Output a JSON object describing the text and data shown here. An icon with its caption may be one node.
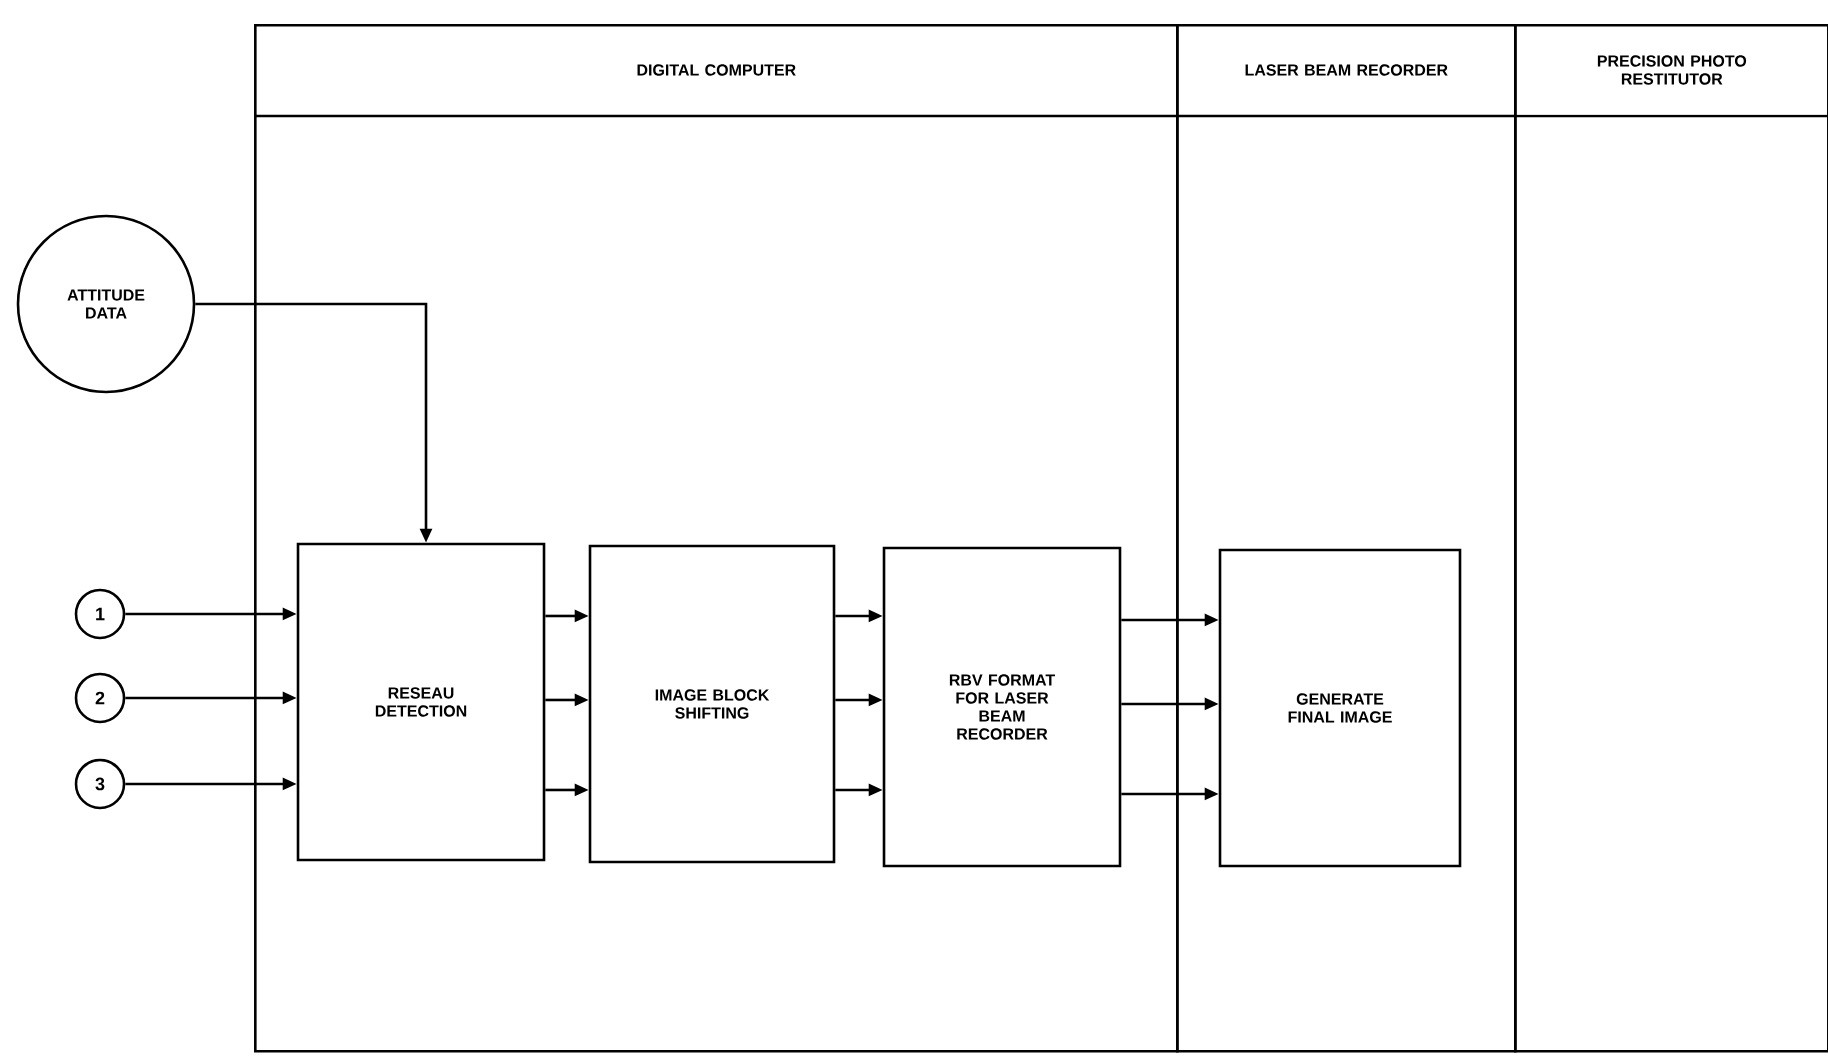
{
  "diagram": {
    "nodes": [
      {
        "text": [
          "DIGITAL COMPUTER"
        ]
      },
      {
        "text": [
          "LASER BEAM RECORDER"
        ]
      },
      {
        "text": [
          "PRECISION PHOTO RESTITUTOR"
        ]
      },
      {
        "text": [
          "ATTITUDE DATA"
        ]
      },
      {
        "text": [
          "1"
        ]
      },
      {
        "text": [
          "2"
        ]
      },
      {
        "text": [
          "3"
        ]
      },
      {
        "text": [
          "RESEAU DETECTION"
        ],
        "in": 0
      },
      {
        "text": [
          "IMAGE BLOCK SHIFTING"
        ],
        "in": 0
      },
      {
        "text": [
          "RBV FORMAT FOR LASER BEAM RECORDER"
        ],
        "in": 0
      },
      {
        "text": [
          "GENERATE FINAL IMAGE"
        ],
        "in": 1
      }
    ],
    "edges": [
      {
        "from": 3,
        "to": 7,
        "arrow": "to"
      },
      {
        "from": 4,
        "to": 7,
        "arrow": "to"
      },
      {
        "from": 5,
        "to": 7,
        "arrow": "to"
      },
      {
        "from": 6,
        "to": 7,
        "arrow": "to"
      },
      {
        "from": 7,
        "to": 8,
        "arrow": "to"
      },
      {
        "from": 7,
        "to": 8,
        "arrow": "to"
      },
      {
        "from": 7,
        "to": 8,
        "arrow": "to"
      },
      {
        "from": 8,
        "to": 9,
        "arrow": "to"
      },
      {
        "from": 8,
        "to": 9,
        "arrow": "to"
      },
      {
        "from": 8,
        "to": 9,
        "arrow": "to"
      },
      {
        "from": 9,
        "to": 10,
        "arrow": "to"
      },
      {
        "from": 9,
        "to": 10,
        "arrow": "to"
      },
      {
        "from": 9,
        "to": 10,
        "arrow": "to"
      }
    ]
  }
}
